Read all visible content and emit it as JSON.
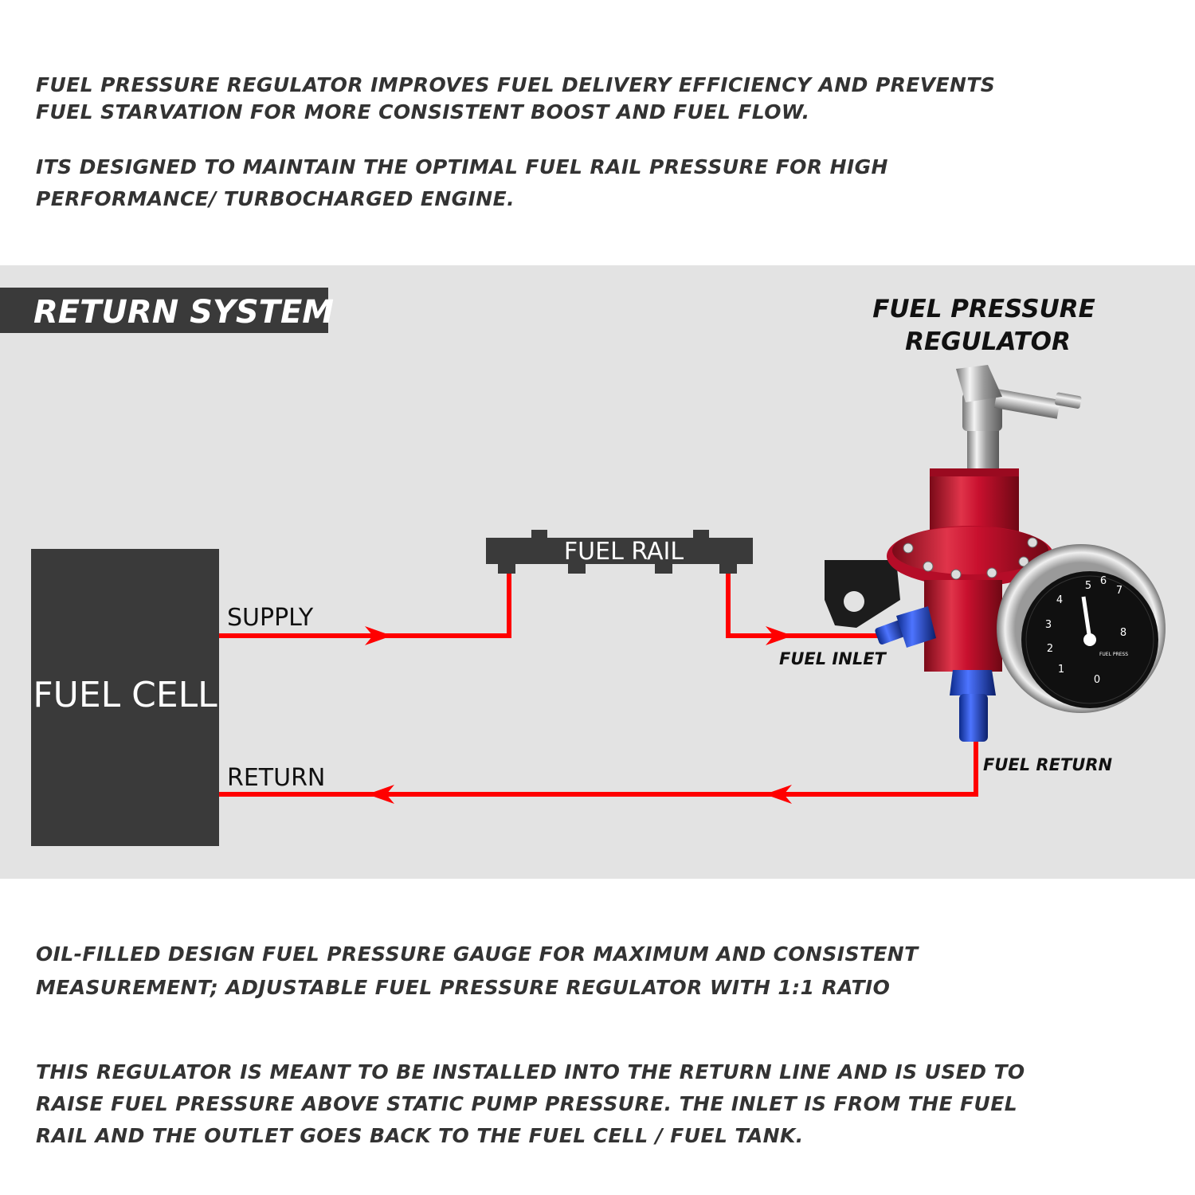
{
  "intro": {
    "para1": [
      "FUEL PRESSURE REGULATOR IMPROVES FUEL DELIVERY EFFICIENCY AND PREVENTS",
      "FUEL STARVATION FOR MORE CONSISTENT BOOST AND FUEL FLOW."
    ],
    "para2": [
      "ITS DESIGNED TO MAINTAIN THE OPTIMAL FUEL RAIL PRESSURE FOR HIGH",
      "PERFORMANCE/ TURBOCHARGED ENGINE."
    ]
  },
  "diagram": {
    "section_title": "RETURN SYSTEM",
    "regulator_title": [
      "FUEL PRESSURE",
      "REGULATOR"
    ],
    "fuel_cell": "FUEL CELL",
    "fuel_rail": "FUEL RAIL",
    "supply": "SUPPLY",
    "return": "RETURN",
    "fuel_inlet": "FUEL INLET",
    "fuel_return": "FUEL RETURN",
    "gauge_ticks": [
      "0",
      "1",
      "2",
      "3",
      "4",
      "5",
      "6",
      "7",
      "8"
    ],
    "gauge_face_text": "FUEL PRESS",
    "colors": {
      "panel": "#e3e3e3",
      "dark": "#3a3a3a",
      "line": "#ff0000",
      "regulator_body": "#c8102e",
      "fitting": "#1a3fb8"
    }
  },
  "outro": {
    "para3": [
      "OIL-FILLED DESIGN FUEL PRESSURE GAUGE FOR MAXIMUM AND CONSISTENT",
      "MEASUREMENT; ADJUSTABLE FUEL PRESSURE REGULATOR WITH 1:1 RATIO"
    ],
    "para4": [
      "THIS REGULATOR IS MEANT TO BE INSTALLED INTO THE RETURN LINE AND IS USED TO",
      "RAISE FUEL PRESSURE ABOVE STATIC PUMP PRESSURE. THE INLET IS FROM THE FUEL",
      "RAIL AND THE OUTLET GOES BACK TO THE FUEL CELL / FUEL TANK."
    ]
  }
}
